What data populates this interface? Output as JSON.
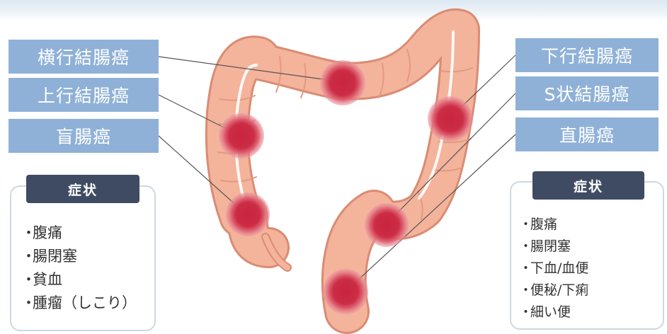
{
  "left_labels": {
    "transverse": "横行結腸癌",
    "ascending": "上行結腸癌",
    "cecum": "盲腸癌"
  },
  "right_labels": {
    "descending": "下行結腸癌",
    "sigmoid": "S状結腸癌",
    "rectum": "直腸癌"
  },
  "left_symptoms": {
    "title": "症状",
    "bullet": "・",
    "items": [
      "腹痛",
      "腸閉塞",
      "貧血",
      "腫瘤（しこり）"
    ]
  },
  "right_symptoms": {
    "title": "症状",
    "bullet": "・",
    "items": [
      "腹痛",
      "腸閉塞",
      "下血/血便",
      "便秘/下痢",
      "細い便"
    ]
  },
  "colors": {
    "label_box": "#8fb1d7",
    "symptom_header": "#3e4b63",
    "colon_fill": "#f4b39b",
    "colon_outline": "#d98c73",
    "tumor": "#c8253f",
    "tumor_halo": "#e07a86"
  }
}
